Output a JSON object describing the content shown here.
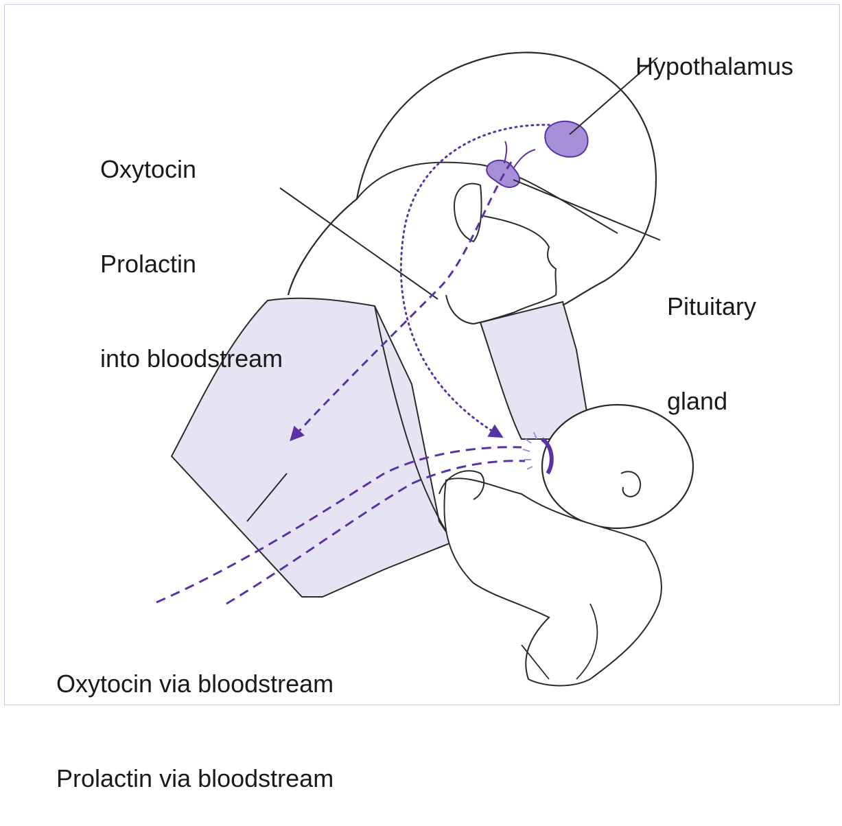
{
  "colors": {
    "accent": "#5b32a6",
    "fill": "#e6e3f3",
    "gland": "#a68fd6",
    "line": "#2a2a2a"
  },
  "labels": {
    "hypothalamus": "Hypothalamus",
    "pituitary_line1": "Pituitary",
    "pituitary_line2": "gland",
    "release_line1": "Oxytocin",
    "release_line2": "Prolactin",
    "release_line3": "into bloodstream",
    "bottom_line1": "Oxytocin via bloodstream",
    "bottom_line2": "Prolactin via bloodstream"
  }
}
